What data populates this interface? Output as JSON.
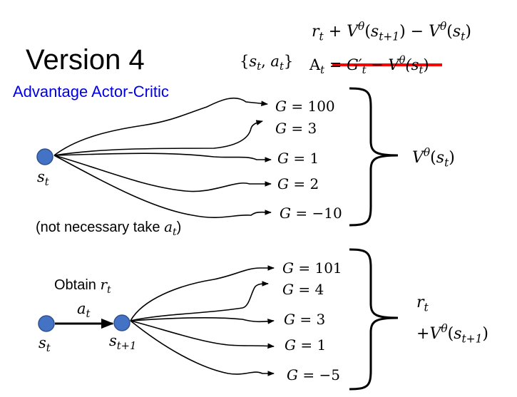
{
  "title": "Version 4",
  "subtitle": "Advantage Actor-Critic",
  "formula_top": {
    "r": "r",
    "r_sub": "t",
    "plus": " + ",
    "V": "V",
    "theta": "θ",
    "open": "(",
    "s": "s",
    "s_sub": "t+1",
    "close": ")",
    "minus": " − ",
    "V2": "V",
    "theta2": "θ",
    "open2": "(",
    "s2": "s",
    "s2_sub": "t",
    "close2": ")"
  },
  "pair": {
    "open": "{",
    "s": "s",
    "s_sub": "t",
    "comma": ", ",
    "a": "a",
    "a_sub": "t",
    "close": "}"
  },
  "advantage": {
    "A": "A",
    "A_sub": "t",
    "eq": " = ",
    "struck": "G′",
    "struck_sub": "t",
    "struck_rest": " − V",
    "struck_theta": "θ",
    "struck_paren": "(s",
    "struck_paren_sub": "t",
    "struck_close": ")"
  },
  "state_top": {
    "s": "s",
    "sub": "t"
  },
  "note": {
    "text": "(not necessary take ",
    "a": "a",
    "a_sub": "t",
    "close": ")"
  },
  "returns_top": [
    {
      "lhs": "G",
      "eq": " = ",
      "val": "100"
    },
    {
      "lhs": "G",
      "eq": " = ",
      "val": "3"
    },
    {
      "lhs": "G",
      "eq": " = ",
      "val": "1"
    },
    {
      "lhs": "G",
      "eq": " = ",
      "val": "2"
    },
    {
      "lhs": "G",
      "eq": " = ",
      "val": "−10"
    }
  ],
  "value_top": {
    "V": "V",
    "theta": "θ",
    "open": "(",
    "s": "s",
    "sub": "t",
    "close": ")"
  },
  "obtain": {
    "text": "Obtain ",
    "r": "r",
    "r_sub": "t"
  },
  "action": {
    "a": "a",
    "sub": "t"
  },
  "state_bottom_left": {
    "s": "s",
    "sub": "t"
  },
  "state_bottom_right": {
    "s": "s",
    "sub": "t+1"
  },
  "returns_bottom": [
    {
      "lhs": "G",
      "eq": " = ",
      "val": "101"
    },
    {
      "lhs": "G",
      "eq": " = ",
      "val": "4"
    },
    {
      "lhs": "G",
      "eq": " = ",
      "val": "3"
    },
    {
      "lhs": "G",
      "eq": " = ",
      "val": "1"
    },
    {
      "lhs": "G",
      "eq": " = ",
      "val": "−5"
    }
  ],
  "value_bottom": {
    "r": "r",
    "r_sub": "t",
    "plus": "+",
    "V": "V",
    "theta": "θ",
    "open": "(",
    "s": "s",
    "s_sub": "t+1",
    "close": ")"
  },
  "colors": {
    "node": "#4472c4",
    "node_stroke": "#2f528f",
    "strike": "#ff0000",
    "subtitle": "#0000e0"
  }
}
